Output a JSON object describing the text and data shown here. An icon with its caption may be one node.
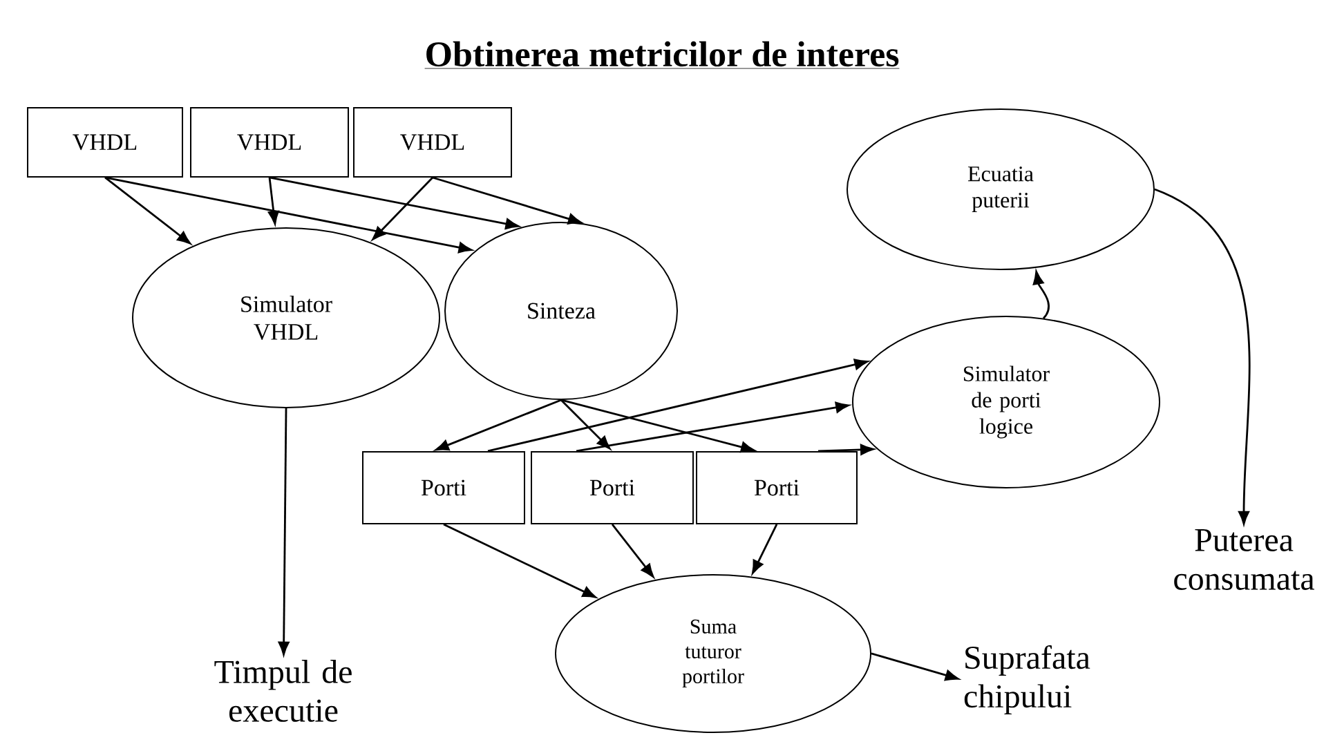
{
  "diagram": {
    "title": "Obtinerea metricilor de interes",
    "nodes": [
      {
        "text": [
          "VHDL"
        ]
      },
      {
        "text": [
          "VHDL"
        ]
      },
      {
        "text": [
          "VHDL"
        ]
      },
      {
        "text": [
          "Simulator VHDL"
        ]
      },
      {
        "text": [
          "Sinteza"
        ]
      },
      {
        "text": [
          "Ecuatia puterii"
        ]
      },
      {
        "text": [
          "Simulator de porti logice"
        ]
      },
      {
        "text": [
          "Porti"
        ]
      },
      {
        "text": [
          "Porti"
        ]
      },
      {
        "text": [
          "Porti"
        ]
      },
      {
        "text": [
          "Suma tuturor portilor"
        ]
      },
      {
        "text": [
          "Timpul de executie"
        ]
      },
      {
        "text": [
          "Puterea consumata"
        ]
      },
      {
        "text": [
          "Suprafata chipului"
        ]
      }
    ],
    "edges": [
      {
        "from": 0,
        "to": 3,
        "arrow": "to"
      },
      {
        "from": 0,
        "to": 4,
        "arrow": "to"
      },
      {
        "from": 1,
        "to": 3,
        "arrow": "to"
      },
      {
        "from": 1,
        "to": 4,
        "arrow": "to"
      },
      {
        "from": 2,
        "to": 3,
        "arrow": "to"
      },
      {
        "from": 2,
        "to": 4,
        "arrow": "to"
      },
      {
        "from": 3,
        "to": 11,
        "arrow": "to"
      },
      {
        "from": 4,
        "to": 7,
        "arrow": "to"
      },
      {
        "from": 4,
        "to": 8,
        "arrow": "to"
      },
      {
        "from": 4,
        "to": 9,
        "arrow": "to"
      },
      {
        "from": 7,
        "to": 6,
        "arrow": "to"
      },
      {
        "from": 8,
        "to": 6,
        "arrow": "to"
      },
      {
        "from": 9,
        "to": 6,
        "arrow": "to"
      },
      {
        "from": 6,
        "to": 5,
        "arrow": "to"
      },
      {
        "from": 5,
        "to": 12,
        "arrow": "to"
      },
      {
        "from": 7,
        "to": 10,
        "arrow": "to"
      },
      {
        "from": 8,
        "to": 10,
        "arrow": "to"
      },
      {
        "from": 9,
        "to": 10,
        "arrow": "to"
      },
      {
        "from": 10,
        "to": 13,
        "arrow": "to"
      }
    ]
  }
}
